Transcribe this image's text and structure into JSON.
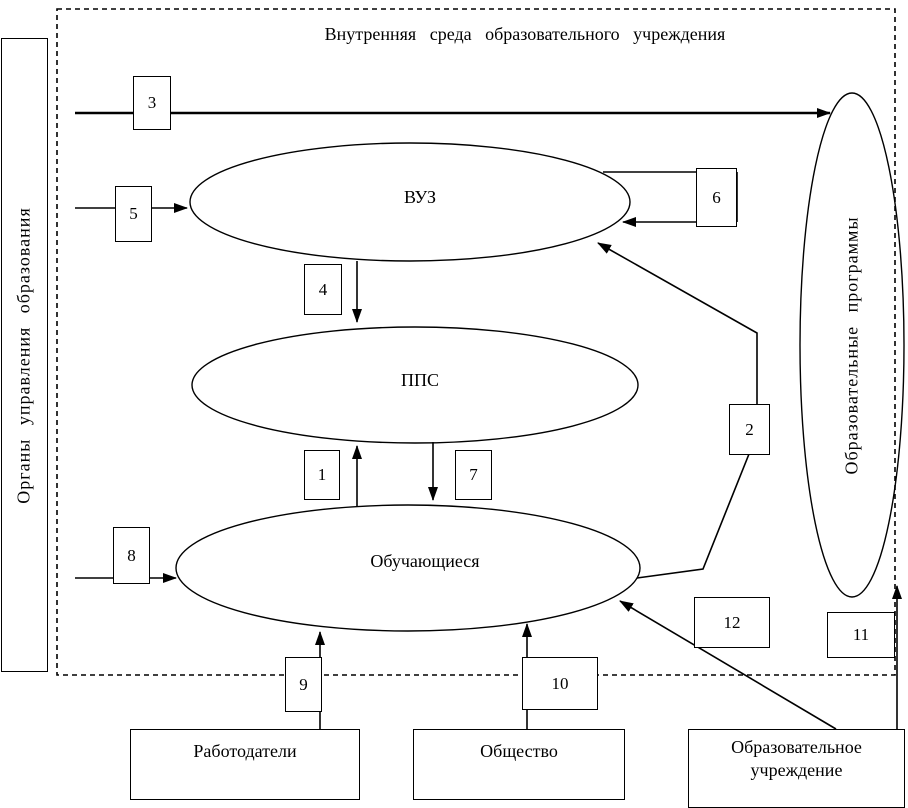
{
  "colors": {
    "ink": "#000000",
    "background": "#ffffff"
  },
  "title": "Внутренняя среда образовательного учреждения",
  "side_labels": {
    "left": "Органы управления образования",
    "right": "Образовательные программы"
  },
  "ellipses": {
    "vuz": "ВУЗ",
    "pps": "ППС",
    "students": "Обучающиеся"
  },
  "bottom_boxes": {
    "employers": "Работодатели",
    "society": "Общество",
    "institution": "Образовательное учреждение"
  },
  "arrows": {
    "n1": "1",
    "n2": "2",
    "n3": "3",
    "n4": "4",
    "n5": "5",
    "n6": "6",
    "n7": "7",
    "n8": "8",
    "n9": "9",
    "n10": "10",
    "n11": "11",
    "n12": "12"
  }
}
